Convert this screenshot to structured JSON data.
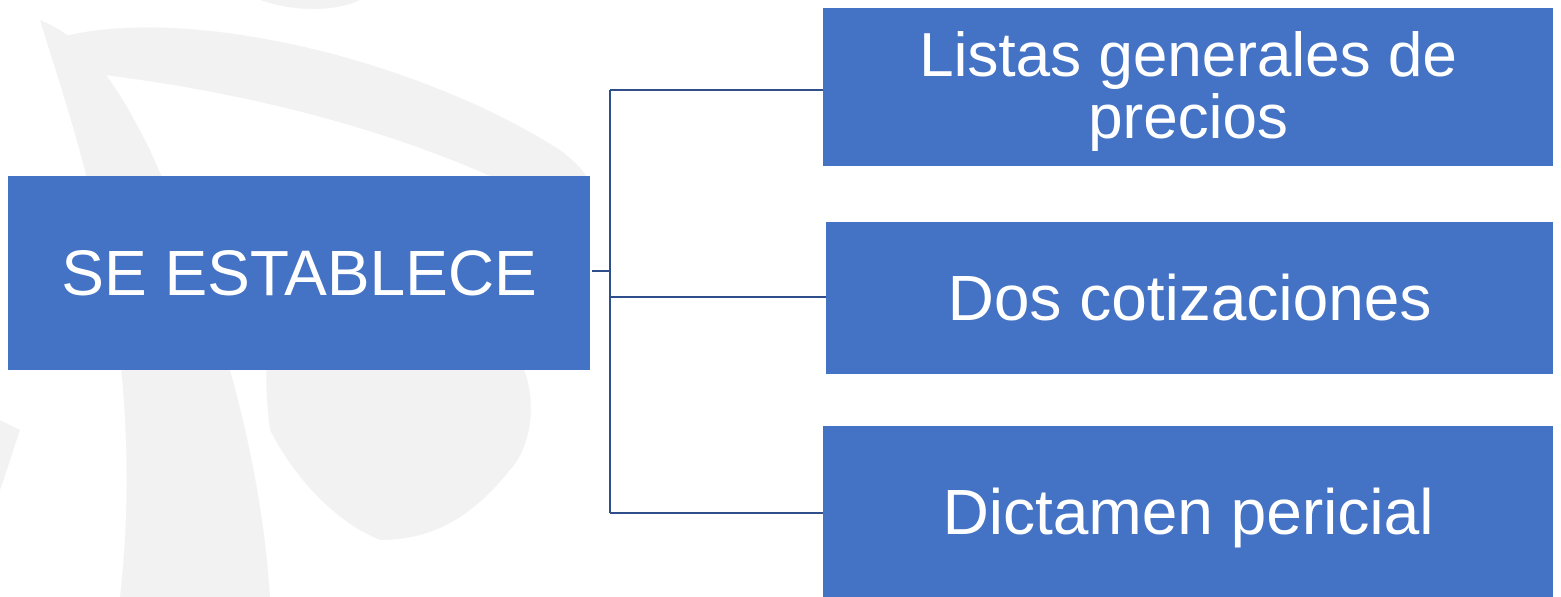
{
  "diagram": {
    "root": {
      "label": "SE ESTABLECE"
    },
    "children": [
      {
        "label": "Listas generales de precios"
      },
      {
        "label": "Dos cotizaciones"
      },
      {
        "label": "Dictamen pericial"
      }
    ]
  },
  "colors": {
    "box_fill": "#4472C4",
    "box_text": "#FFFFFF",
    "connector": "#2F4E8C",
    "watermark": "#F2F2F2"
  }
}
